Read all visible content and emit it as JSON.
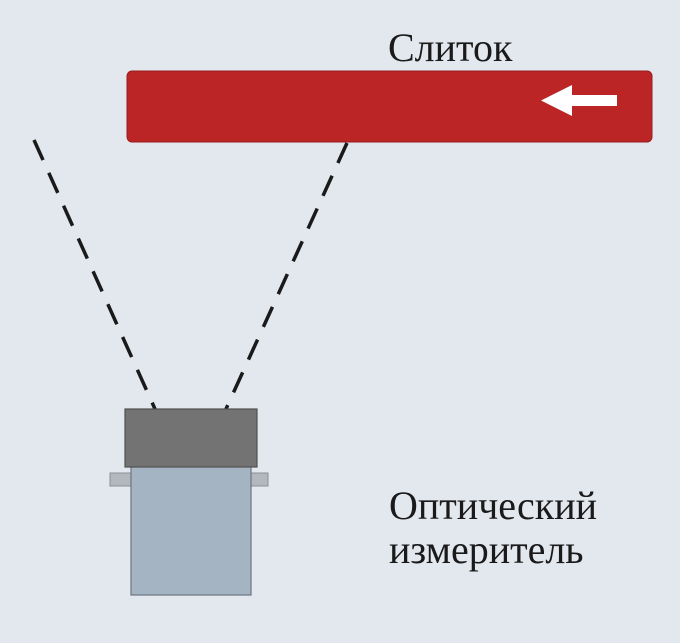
{
  "ingot": {
    "label": "Слиток",
    "color": "#bb2525"
  },
  "meter": {
    "label_line1": "Оптический",
    "label_line2": "измеритель",
    "head_color": "#737373",
    "body_color": "#a5b4c3"
  },
  "arrow_direction": "left",
  "icons": [
    "left-arrow-icon"
  ]
}
